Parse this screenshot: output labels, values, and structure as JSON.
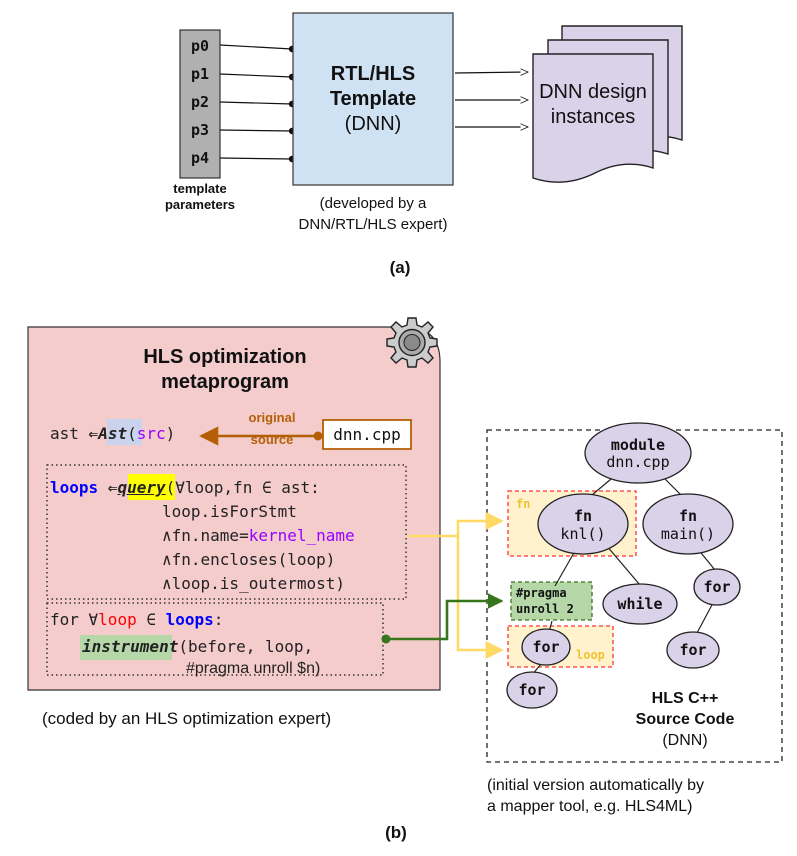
{
  "part_a": {
    "params": [
      "p0",
      "p1",
      "p2",
      "p3",
      "p4"
    ],
    "params_caption": [
      "template",
      "parameters"
    ],
    "template_title": [
      "RTL/HLS",
      "Template"
    ],
    "template_sub": "(DNN)",
    "developer_note": [
      "(developed by a",
      "DNN/RTL/HLS expert)"
    ],
    "output_label": [
      "DNN design",
      "instances"
    ],
    "caption": "(a)"
  },
  "part_b": {
    "metaprogram_title": [
      "HLS optimization",
      "metaprogram"
    ],
    "ast_line": {
      "lhs": "ast",
      "arrow": "⇐",
      "fn": "Ast",
      "open": "(",
      "arg": "src",
      "close": ")"
    },
    "original_source_label": [
      "original",
      "source"
    ],
    "source_file": "dnn.cpp",
    "query": {
      "lhs": "loops",
      "arrow": "⇐",
      "fn": "query",
      "head": "(∀loop,fn ∈ ast:",
      "line2": "loop.isForStmt",
      "line3_prefix": "∧fn.name=",
      "line3_value": "kernel_name",
      "line4": "∧fn.encloses(loop)",
      "line5": "∧loop.is_outermost)"
    },
    "instrument": {
      "for_kw": "for ∀",
      "loop_var": "loop",
      "in_sym": " ∈ ",
      "loops_var": "loops",
      "colon": ":",
      "fn": "instrument",
      "args1": "(before, loop,",
      "args2": "#pragma unroll $n)"
    },
    "coder_note": "(coded by an HLS optimization expert)",
    "tree": {
      "module": [
        "module",
        "dnn.cpp"
      ],
      "fn_knl": [
        "fn",
        "knl()"
      ],
      "fn_main": [
        "fn",
        "main()"
      ],
      "pragma": [
        "#pragma",
        "unroll 2"
      ],
      "while": "while",
      "for_main": "for",
      "for_main_child": "for",
      "for_knl": "for",
      "for_knl_child": "for",
      "fn_tag": "fn",
      "loop_tag": "loop",
      "source_title": [
        "HLS C++",
        "Source Code"
      ],
      "source_sub": "(DNN)"
    },
    "mapper_note": [
      "(initial version automatically by",
      "a mapper tool, e.g. HLS4ML)"
    ],
    "caption": "(b)"
  },
  "colors": {
    "param_fill": "#b0b0b0",
    "template_fill": "#cfe2f3",
    "doc_fill": "#d9d2e9",
    "meta_fill": "#f4cccc",
    "node_fill": "#d9d2e9",
    "highlight_yellow": "#fff2cc",
    "highlight_green": "#b6d7a8",
    "query_yellow": "#ffff00",
    "keyword_blue": "#0000ff",
    "purple": "#9900ff",
    "red": "#ff0000",
    "brown": "#b45f06",
    "green_arrow": "#38761d",
    "yellow_arrow": "#ffd966"
  }
}
